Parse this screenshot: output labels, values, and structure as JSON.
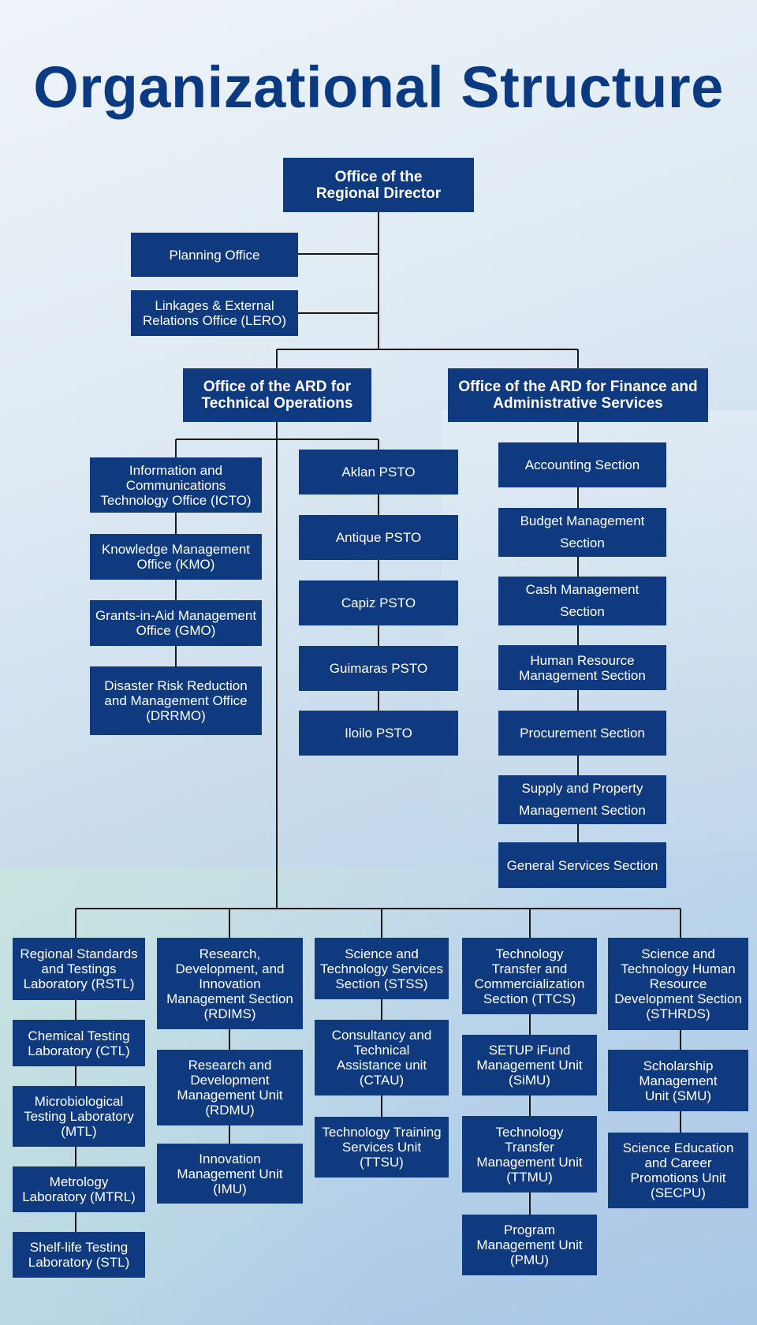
{
  "title": "Organizational Structure",
  "colors": {
    "box": "#0f3a80",
    "title": "#0b3a82",
    "line": "#1a1a1a"
  },
  "nodes": {
    "rd": "Office of the\nRegional Director",
    "planning": "Planning Office",
    "lero": "Linkages & External\nRelations Office (LERO)",
    "ard_tech": "Office of the ARD for\nTechnical Operations",
    "ard_fin": "Office of the ARD for Finance and\nAdministrative Services",
    "icto": "Information and\nCommunications\nTechnology Office (ICTO)",
    "kmo": "Knowledge Management\nOffice (KMO)",
    "gmo": "Grants-in-Aid Management\nOffice (GMO)",
    "drrmo": "Disaster Risk Reduction\nand Management Office\n(DRRMO)",
    "aklan": "Aklan PSTO",
    "antique": "Antique PSTO",
    "capiz": "Capiz PSTO",
    "guimaras": "Guimaras PSTO",
    "iloilo": "Iloilo PSTO",
    "accounting": "Accounting Section",
    "budget": "Budget Management\nSection",
    "cash": "Cash Management\nSection",
    "hr": "Human Resource\nManagement Section",
    "procurement": "Procurement Section",
    "supply": "Supply and Property\nManagement Section",
    "general": "General Services Section",
    "rstl": "Regional Standards\nand Testings\nLaboratory (RSTL)",
    "ctl": "Chemical Testing\nLaboratory (CTL)",
    "mtl": "Microbiological\nTesting Laboratory\n(MTL)",
    "mtrl": "Metrology\nLaboratory (MTRL)",
    "stl": "Shelf-life Testing\nLaboratory (STL)",
    "rdims": "Research,\nDevelopment, and\nInnovation\nManagement Section\n(RDIMS)",
    "rdmu": "Research and\nDevelopment\nManagement Unit\n(RDMU)",
    "imu": "Innovation\nManagement Unit\n(IMU)",
    "stss": "Science and\nTechnology Services\nSection (STSS)",
    "ctau": "Consultancy and\nTechnical\nAssistance unit\n(CTAU)",
    "ttsu": "Technology Training\nServices Unit\n(TTSU)",
    "ttcs": "Technology\nTransfer and\nCommercialization\nSection (TTCS)",
    "simu": "SETUP iFund\nManagement Unit\n(SiMU)",
    "ttmu": "Technology\nTransfer\nManagement Unit\n(TTMU)",
    "pmu": "Program\nManagement Unit\n(PMU)",
    "sthrds": "Science and\nTechnology Human\nResource\nDevelopment Section\n(STHRDS)",
    "smu": "Scholarship\nManagement\nUnit (SMU)",
    "secpu": "Science Education\nand Career\nPromotions Unit\n(SECPU)"
  }
}
